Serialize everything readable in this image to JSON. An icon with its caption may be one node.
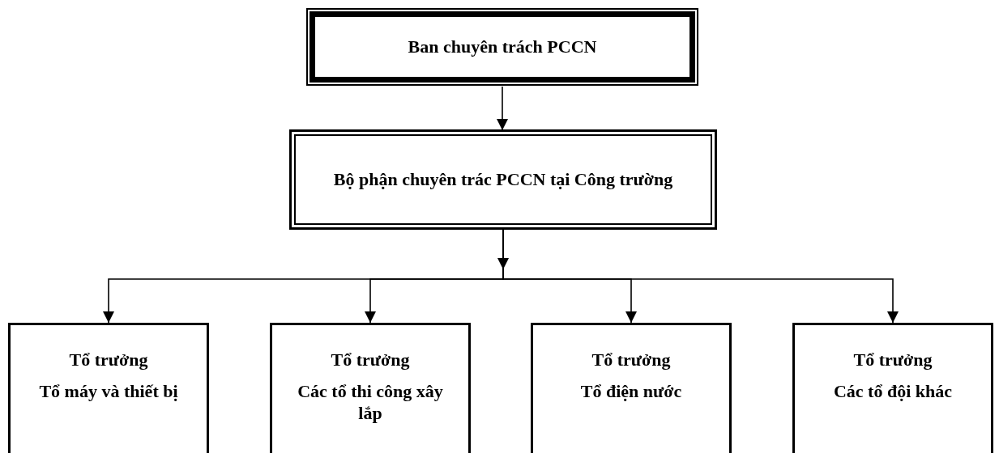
{
  "diagram": {
    "nodes": [
      {
        "text": [
          "Ban chuyên trách PCCN"
        ]
      },
      {
        "text": [
          "Bộ phận chuyên trác PCCN tại Công trường"
        ]
      },
      {
        "text": [
          "Tổ trưởng",
          "Tổ máy và thiết bị"
        ]
      },
      {
        "text": [
          "Tổ trưởng",
          "Các tổ thi công xây lắp"
        ]
      },
      {
        "text": [
          "Tổ trưởng",
          "Tổ điện nước"
        ]
      },
      {
        "text": [
          "Tổ trưởng",
          "Các tổ đội khác"
        ]
      }
    ],
    "edges": [
      {
        "from": 0,
        "to": 1,
        "arrow": "to"
      },
      {
        "from": 1,
        "to": 2,
        "arrow": "to"
      },
      {
        "from": 1,
        "to": 3,
        "arrow": "to"
      },
      {
        "from": 1,
        "to": 4,
        "arrow": "to"
      },
      {
        "from": 1,
        "to": 5,
        "arrow": "to"
      }
    ]
  }
}
